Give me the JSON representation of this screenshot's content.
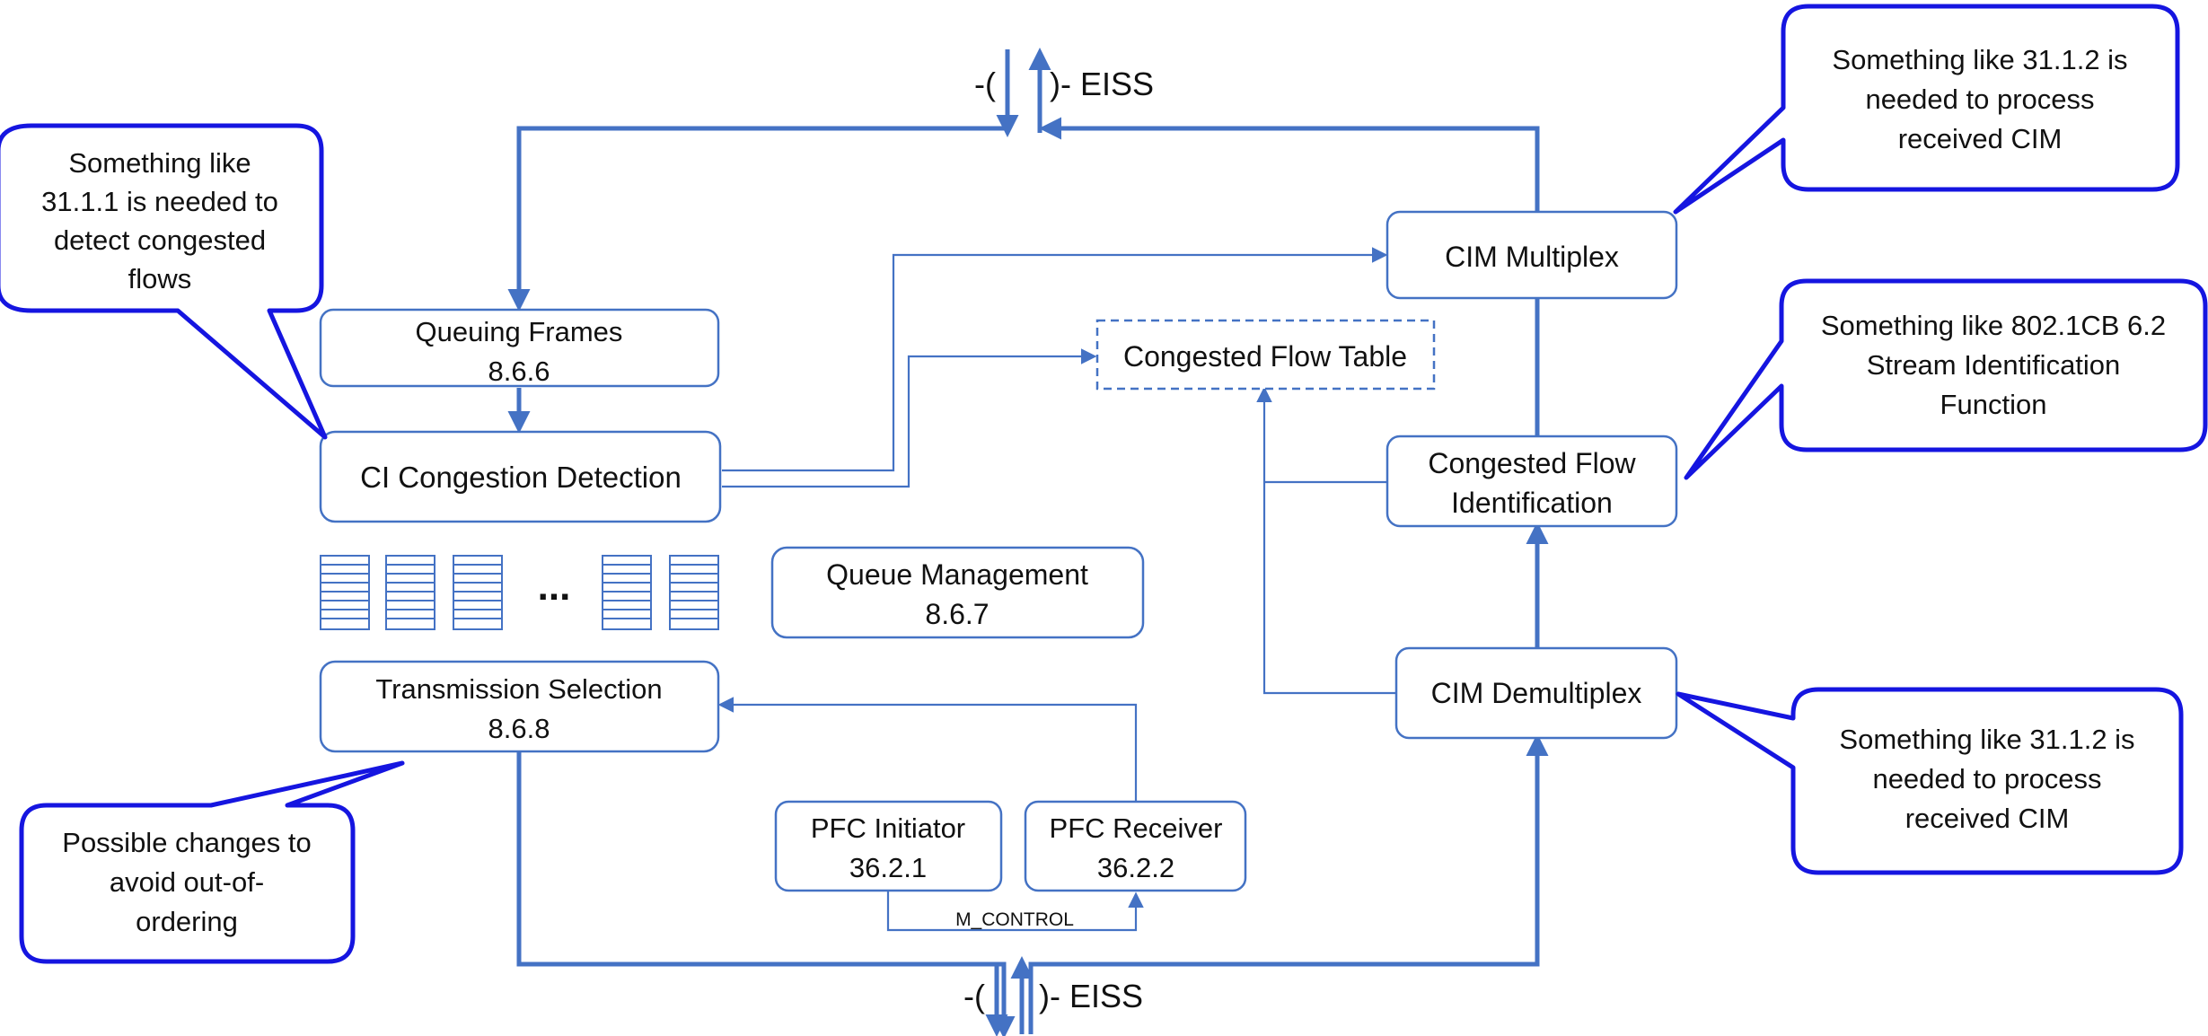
{
  "colors": {
    "line": "#4472C4",
    "callout": "#1515E0",
    "text": "#111111",
    "background": "#FFFFFF"
  },
  "eiss": {
    "top_label": "-(      )- EISS",
    "bottom_label": "-(      )- EISS"
  },
  "boxes": {
    "queuing_frames": {
      "line1": "Queuing Frames",
      "line2": "8.6.6"
    },
    "ci_congestion_detection": {
      "line1": "CI Congestion Detection"
    },
    "queue_management": {
      "line1": "Queue Management",
      "line2": "8.6.7"
    },
    "transmission_selection": {
      "line1": "Transmission Selection",
      "line2": "8.6.8"
    },
    "pfc_initiator": {
      "line1": "PFC Initiator",
      "line2": "36.2.1"
    },
    "pfc_receiver": {
      "line1": "PFC Receiver",
      "line2": "36.2.2"
    },
    "congested_flow_table": {
      "line1": "Congested Flow Table"
    },
    "cim_multiplex": {
      "line1": "CIM Multiplex"
    },
    "congested_flow_identification": {
      "line1": "Congested Flow",
      "line2": "Identification"
    },
    "cim_demultiplex": {
      "line1": "CIM Demultiplex"
    }
  },
  "queues": {
    "ellipsis": "..."
  },
  "m_control_label": "M_CONTROL",
  "callouts": {
    "detect_congested": {
      "lines": [
        "Something like",
        "31.1.1 is needed to",
        "detect congested",
        "flows"
      ]
    },
    "process_cim_top": {
      "lines": [
        "Something like 31.1.2 is",
        "needed to process",
        "received CIM"
      ]
    },
    "stream_identification": {
      "lines": [
        "Something like 802.1CB 6.2",
        "Stream Identification",
        "Function"
      ]
    },
    "process_cim_bottom": {
      "lines": [
        "Something like 31.1.2 is",
        "needed to process",
        "received CIM"
      ]
    },
    "out_of_ordering": {
      "lines": [
        "Possible changes to",
        "avoid out-of-",
        "ordering"
      ]
    }
  }
}
